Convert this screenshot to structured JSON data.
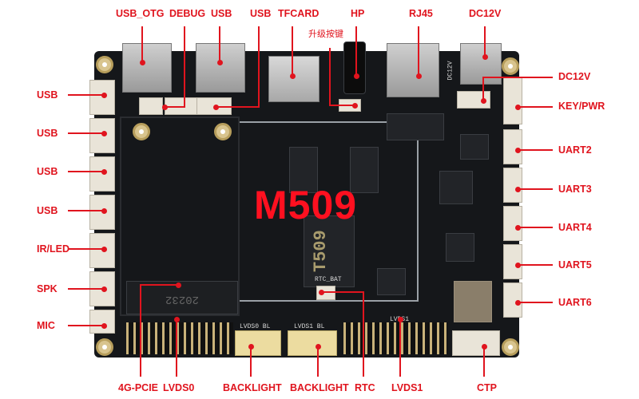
{
  "title": "M509",
  "board": {
    "soc_marking": "T509",
    "pcie_marking": "20232",
    "silkscreen": {
      "rtc_bat": "RTC_BAT",
      "lvds0_bl": "LVDS0 BL",
      "lvds1_bl": "LVDS1 BL",
      "lvds1": "LVDS1",
      "dc12v": "DC12V"
    }
  },
  "labels": {
    "top": [
      "USB_OTG",
      "DEBUG",
      "USB",
      "USB",
      "TFCARD",
      "HP",
      "RJ45",
      "DC12V"
    ],
    "upgrade_key": "升级按键",
    "left": [
      "USB",
      "USB",
      "USB",
      "USB",
      "IR/LED",
      "SPK",
      "MIC"
    ],
    "right": [
      "DC12V",
      "KEY/PWR",
      "UART2",
      "UART3",
      "UART4",
      "UART5",
      "UART6"
    ],
    "bottom": [
      "4G-PCIE",
      "LVDS0",
      "BACKLIGHT",
      "BACKLIGHT",
      "RTC",
      "LVDS1",
      "CTP"
    ]
  },
  "colors": {
    "label": "#e0141e",
    "board": "#15171a",
    "title": "#ff1020"
  }
}
